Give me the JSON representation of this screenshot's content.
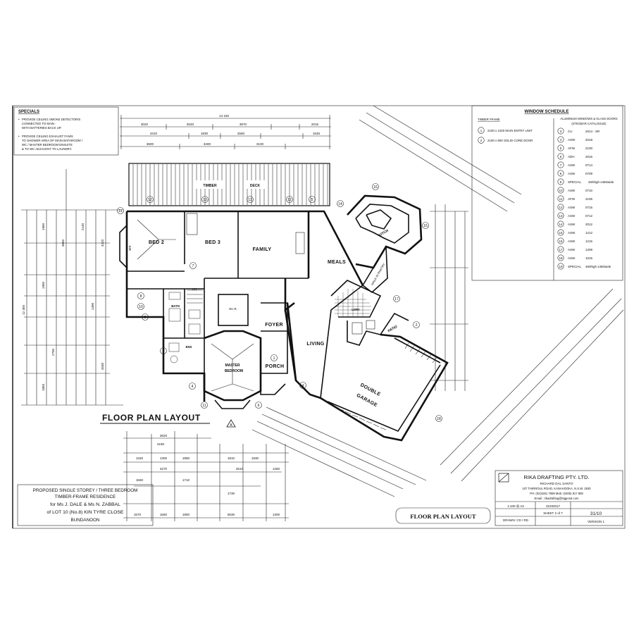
{
  "specials": {
    "title": "SPECIALS",
    "items": [
      "PROVIDE CEILING SMOKE DETECTOR/S CONNECTED TO MAIN - WITH BATTERIES BACK UP.",
      "PROVIDE CEILING EXHAUST FAN/S TO SHOWER AREA OF MAIN BATHROOM / WC / MASTER BEDROOM ENSUITE & TO WC ADJACENT TO LAUNDRY."
    ]
  },
  "drawing_title": "FLOOR PLAN LAYOUT",
  "rooms": {
    "bed2": "BED 2",
    "bed3": "BED 3",
    "family": "FAMILY",
    "meals": "MEALS",
    "kitch": "KITCH",
    "walk_in_pantry": "WALK IN PANTRY",
    "foyer": "FOYER",
    "living": "LIVING",
    "master_bedroom_1": "MASTER",
    "master_bedroom_2": "BEDROOM",
    "porch": "PORCH",
    "patio": "PATIO",
    "double_garage_1": "DOUBLE",
    "double_garage_2": "GARAGE",
    "timber_deck_1": "TIMBER",
    "timber_deck_2": "DECK",
    "bath": "BATH",
    "ens": "ENS",
    "wir": "W.I.R.",
    "lin": "LIN",
    "bir": "BIR",
    "ldry": "LDRY"
  },
  "top_dimensions": {
    "overall": "13 160",
    "row1": [
      "3020",
      "3020",
      "3970",
      "2015"
    ],
    "row2": [
      "4310",
      "1930",
      "2550",
      "1645"
    ],
    "row3": [
      "3600",
      "3400",
      "3100"
    ]
  },
  "left_dimensions": {
    "overall": "12 300",
    "row1": [
      "1950",
      "3650",
      "1950",
      "2750",
      "1850",
      "1490"
    ],
    "row2": [
      "2140",
      "4220",
      "4530"
    ]
  },
  "bottom_dimensions": {
    "row1": [
      "3620",
      "4180"
    ],
    "row2": [
      "1320",
      "1300",
      "1950",
      "1910",
      "1930"
    ],
    "row3": [
      "3270",
      "2510",
      "1260"
    ],
    "row4": [
      "1560",
      "1710",
      "1730"
    ],
    "row5": [
      "1570",
      "1560",
      "1950",
      "5630",
      "1300"
    ]
  },
  "window_schedule": {
    "title": "WINDOW SCHEDULE",
    "subtitle": "ALUMINIUM WINDOWS & GLASS DOORS",
    "catalogue": "(STEGBAR CATALOGUE)",
    "timber_frame_label": "TIMBER FRAME",
    "timber_frame": [
      {
        "no": "1",
        "desc": "2100 x 1020 MAIN ENTRY UNIT"
      },
      {
        "no": "2",
        "desc": "2100 x 900 SOLID CORE DOOR"
      }
    ],
    "entries": [
      {
        "no": "3",
        "code": "CU",
        "size": "2014 - SR"
      },
      {
        "no": "4",
        "code": "ASW",
        "size": "2018"
      },
      {
        "no": "5",
        "code": "AFW",
        "size": "2100"
      },
      {
        "no": "6",
        "code": "ADH",
        "size": "2015"
      },
      {
        "no": "7",
        "code": "ASW",
        "size": "0714"
      },
      {
        "no": "8",
        "code": "ASW",
        "size": "0709"
      },
      {
        "no": "9",
        "code": "SPECIAL",
        "size": "460high x460wide"
      },
      {
        "no": "10",
        "code": "ASW",
        "size": "0710"
      },
      {
        "no": "11",
        "code": "AFW",
        "size": "2105"
      },
      {
        "no": "12",
        "code": "ASW",
        "size": "0716"
      },
      {
        "no": "13",
        "code": "ASW",
        "size": "0712"
      },
      {
        "no": "14",
        "code": "ASW",
        "size": "2012"
      },
      {
        "no": "15",
        "code": "ASW",
        "size": "1212"
      },
      {
        "no": "16",
        "code": "ASW",
        "size": "1215"
      },
      {
        "no": "17",
        "code": "ASW",
        "size": "1209"
      },
      {
        "no": "18",
        "code": "ASW",
        "size": "1015"
      },
      {
        "no": "19",
        "code": "SPECIAL",
        "size": "460high x460wide"
      }
    ]
  },
  "residence_box": {
    "line1": "PROPOSED SINGLE STOREY / THREE BEDROOM",
    "line2": "TIMBER-FRAME RESIDENCE",
    "line3": "for Ms J. DALE & Ms N. ZABBAL",
    "line4": "of LOT 10 (No.8) KIN TYRE CLOSE",
    "line5": "BUNDANOON"
  },
  "title_label": "FLOOR PLAN LAYOUT",
  "title_block": {
    "company": "RIKA DRAFTING PTY. LTD.",
    "person": "RICHARD DAL SANTO",
    "address": "107 THIRROUL ROAD, KANAHOOKA, N.S.W. 2530",
    "phone": "PH: (02)4261 7808  Mob: (0406) 817 808",
    "email": "Email : rikadrafting@bigpond.com",
    "scale": "1:100 @ A3",
    "job_no": "31032017",
    "drawn": "DRAWN: CD / RD",
    "sheet": "SHEET  2  of  7",
    "date": "31/10",
    "version": "VERSION 1"
  }
}
